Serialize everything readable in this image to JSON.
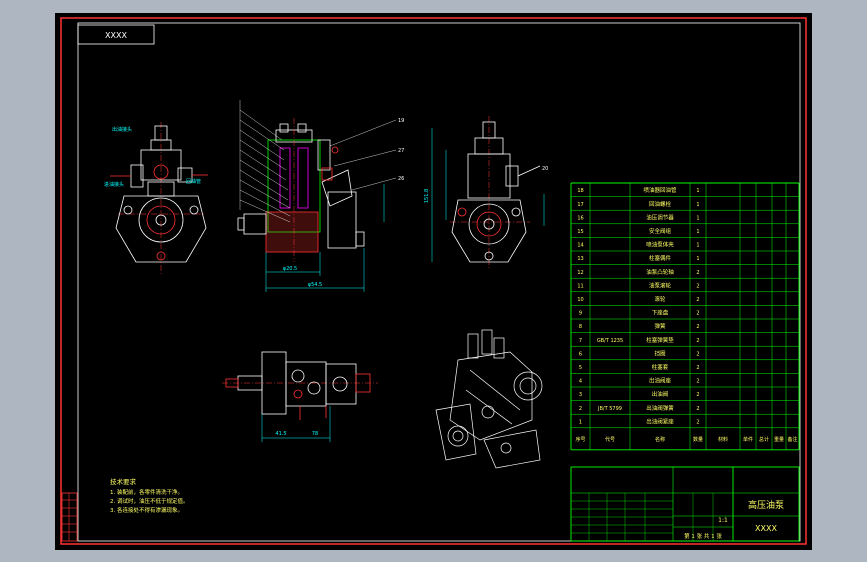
{
  "colors": {
    "viewport": "#aeb6c1",
    "paper": "#000000",
    "border_outer": "#ff3333",
    "border_inner": "#ffffff",
    "table": "#00ff00",
    "text": "#ffff66",
    "part_red": "#ff3333",
    "dim": "#00ffff",
    "section": "#ff00ff"
  },
  "title_block": {
    "code_box": "XXXX",
    "drawing_name": "高压油泵",
    "drawing_code": "XXXX",
    "scale": "1:1",
    "sheet_label": "第 1 张 共 1 张"
  },
  "bom": {
    "headers": [
      "序号",
      "代号",
      "名称",
      "数量",
      "材料",
      "单件",
      "总计",
      "重量",
      "备注"
    ],
    "rows": [
      {
        "no": "18",
        "code": "",
        "name": "喷油器回油管",
        "qty": "1"
      },
      {
        "no": "17",
        "code": "",
        "name": "回油螺栓",
        "qty": "1"
      },
      {
        "no": "16",
        "code": "",
        "name": "油压调节器",
        "qty": "1"
      },
      {
        "no": "15",
        "code": "",
        "name": "安全阀组",
        "qty": "1"
      },
      {
        "no": "14",
        "code": "",
        "name": "喷油泵体壳",
        "qty": "1"
      },
      {
        "no": "13",
        "code": "",
        "name": "柱塞偶件",
        "qty": "1"
      },
      {
        "no": "12",
        "code": "",
        "name": "油泵凸轮轴",
        "qty": "2"
      },
      {
        "no": "11",
        "code": "",
        "name": "油泵滚轮",
        "qty": "2"
      },
      {
        "no": "10",
        "code": "",
        "name": "滚轮",
        "qty": "2"
      },
      {
        "no": "9",
        "code": "",
        "name": "下座盘",
        "qty": "2"
      },
      {
        "no": "8",
        "code": "",
        "name": "弹簧",
        "qty": "2"
      },
      {
        "no": "7",
        "code": "GB/T 1235",
        "name": "柱塞弹簧垫",
        "qty": "2"
      },
      {
        "no": "6",
        "code": "",
        "name": "挡圈",
        "qty": "2"
      },
      {
        "no": "5",
        "code": "",
        "name": "柱塞套",
        "qty": "2"
      },
      {
        "no": "4",
        "code": "",
        "name": "出油阀座",
        "qty": "2"
      },
      {
        "no": "3",
        "code": "",
        "name": "出油阀",
        "qty": "2"
      },
      {
        "no": "2",
        "code": "JB/T 5799",
        "name": "出油阀弹簧",
        "qty": "2"
      },
      {
        "no": "1",
        "code": "",
        "name": "出油阀紧座",
        "qty": "2"
      }
    ]
  },
  "notes": {
    "heading": "技术要求",
    "lines": [
      "1. 装配前，各零件清洗干净。",
      "2. 调试时，油压不低于规定值。",
      "3. 各连接处不得有渗漏现象。"
    ]
  },
  "view_labels": {
    "left_label_1": "出油接头",
    "left_label_2": "进油接头",
    "left_label_3": "回油管",
    "dim_1": "φ20.5",
    "dim_2": "φ54.5",
    "dim_3": "151.8",
    "dim_4": "41.5",
    "dim_5": "78",
    "balloon_a": "19",
    "balloon_b": "27",
    "balloon_c": "26",
    "balloon_d": "20"
  }
}
